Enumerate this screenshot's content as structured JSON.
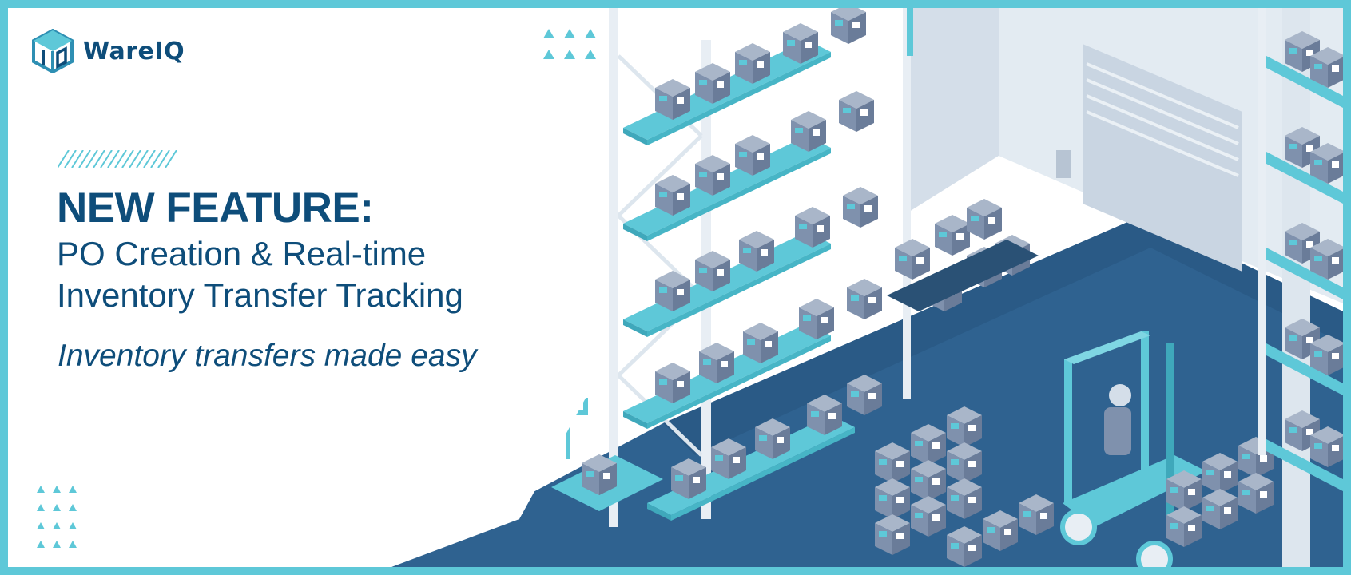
{
  "brand": {
    "name": "WareIQ",
    "logo_icon": "wareiq-cube-logo-icon",
    "primary_color": "#0e4d7a",
    "accent_color": "#5ec8d8"
  },
  "headline": {
    "title": "NEW FEATURE:",
    "subtitle_line1": "PO Creation & Real-time",
    "subtitle_line2": "Inventory Transfer Tracking"
  },
  "tagline": "Inventory transfers made easy",
  "illustration": {
    "subject": "warehouse-isometric-illustration",
    "colors": {
      "floor": "#2d5f8a",
      "rack_frame": "#e8eef4",
      "shelf": "#5ec8d8",
      "box": "#8a9bb4",
      "box_side": "#6d7f9b",
      "wall": "#e3ebf2",
      "forklift": "#5ec8d8"
    }
  }
}
